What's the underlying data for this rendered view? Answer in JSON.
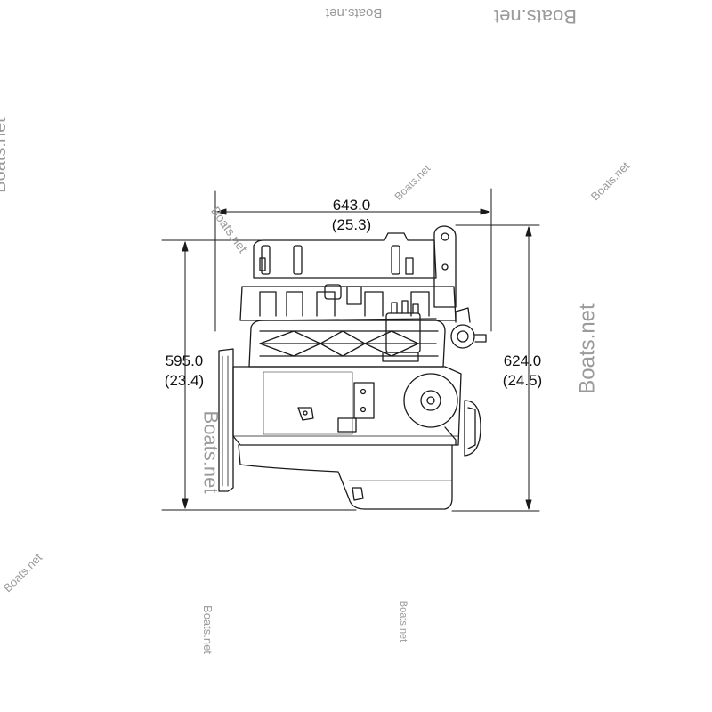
{
  "dimensions": {
    "width": {
      "mm": "643.0",
      "in": "(25.3)"
    },
    "height_left": {
      "mm": "595.0",
      "in": "(23.4)"
    },
    "height_right": {
      "mm": "624.0",
      "in": "(24.5)"
    }
  },
  "watermark": {
    "text": "Boats.net",
    "color": "#9a9a9a"
  },
  "colors": {
    "line": "#1a1a1a",
    "watermark": "#9a9a9a",
    "background": "#ffffff"
  }
}
